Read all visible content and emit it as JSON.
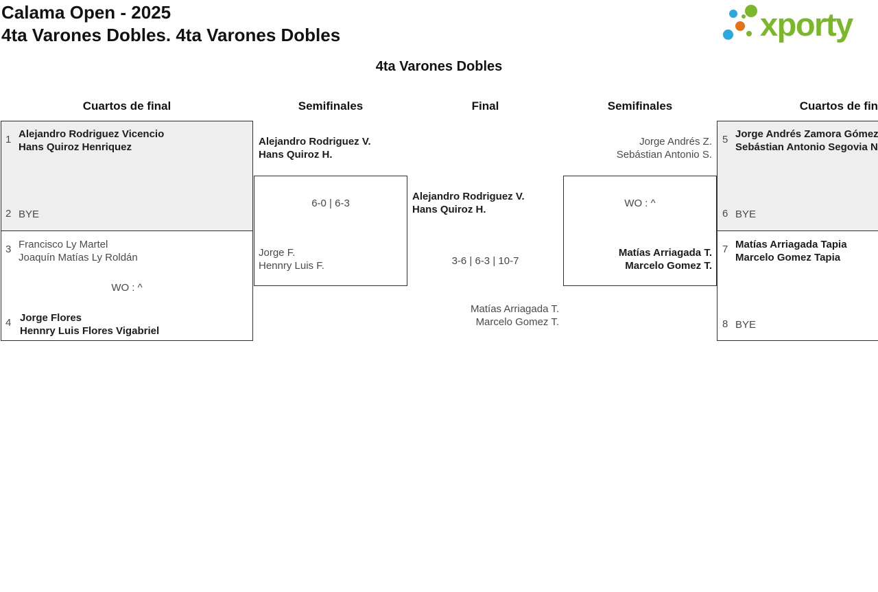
{
  "header": {
    "title_line1": "Calama Open - 2025",
    "title_line2": "4ta Varones Dobles. 4ta Varones Dobles",
    "bracket_title": "4ta Varones Dobles"
  },
  "logo": {
    "wordmark": "xporty",
    "colors": {
      "green": "#7ab829",
      "blue": "#29a9e0",
      "orange": "#e87211"
    }
  },
  "rounds": {
    "left_quarterfinals": "Cuartos de final",
    "left_semifinals": "Semifinales",
    "final": "Final",
    "right_semifinals": "Semifinales",
    "right_quarterfinals": "Cuartos de final"
  },
  "quarterfinals_left": {
    "match_1": {
      "seed_top": "1",
      "team_top_line1": "Alejandro Rodriguez Vicencio",
      "team_top_line2": "Hans Quiroz Henriquez",
      "seed_bottom": "2",
      "team_bottom_line1": "BYE"
    },
    "match_2": {
      "seed_top": "3",
      "team_top_line1": "Francisco Ly Martel",
      "team_top_line2": "Joaquín Matías Ly Roldán",
      "score": "WO : ^",
      "seed_bottom": "4",
      "team_bottom_line1": "Jorge Flores",
      "team_bottom_line2": "Hennry Luis Flores Vigabriel"
    }
  },
  "semifinal_left": {
    "team_top_line1": "Alejandro Rodriguez V.",
    "team_top_line2": "Hans Quiroz H.",
    "score": "6-0 | 6-3",
    "team_bottom_line1": "Jorge F.",
    "team_bottom_line2": "Hennry Luis F."
  },
  "final": {
    "team_top_line1": "Alejandro Rodriguez V.",
    "team_top_line2": "Hans Quiroz H.",
    "score": "3-6 | 6-3 | 10-7",
    "team_bottom_line1": "Matías Arriagada T.",
    "team_bottom_line2": "Marcelo Gomez T."
  },
  "semifinal_right": {
    "team_top_line1": "Jorge Andrés Z.",
    "team_top_line2": "Sebástian Antonio S.",
    "score": "WO : ^",
    "team_bottom_line1": "Matías Arriagada T.",
    "team_bottom_line2": "Marcelo Gomez T."
  },
  "quarterfinals_right": {
    "match_1": {
      "seed_top": "5",
      "team_top_line1": "Jorge Andrés Zamora Gómez",
      "team_top_line2": "Sebástian Antonio Segovia Nu",
      "seed_bottom": "6",
      "team_bottom_line1": "BYE"
    },
    "match_2": {
      "seed_top": "7",
      "team_top_line1": "Matías Arriagada Tapia",
      "team_top_line2": "Marcelo Gomez Tapia",
      "seed_bottom": "8",
      "team_bottom_line1": "BYE"
    }
  }
}
